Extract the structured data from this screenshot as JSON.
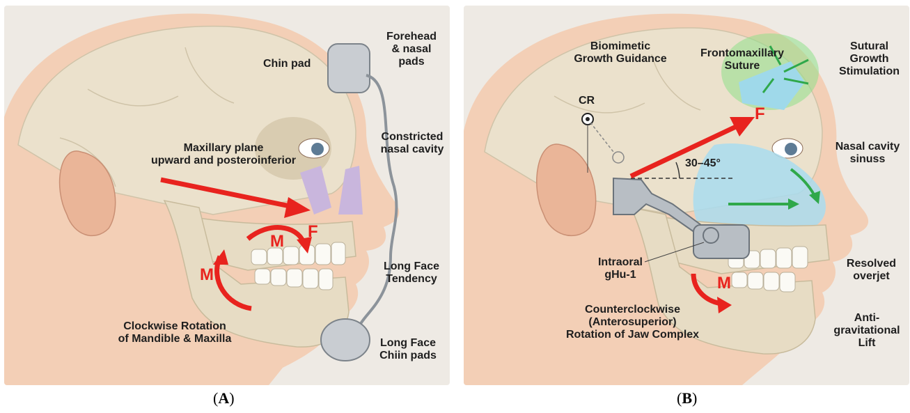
{
  "panel_a": {
    "caption": "A",
    "labels": {
      "chin_pad": "Chin pad",
      "forehead_pads": "Forehead\n& nasal\npads",
      "constricted": "Constricted\nnasal cavity",
      "maxillary": "Maxillary plane\nupward and posteroinferior",
      "force": "F",
      "moment_upper": "M",
      "moment_lower": "M",
      "long_face_tendency": "Long Face\nTendency",
      "clockwise": "Clockwise Rotation\nof Mandible & Maxilla",
      "long_face_chin": "Long Face\nChiin pads"
    }
  },
  "panel_b": {
    "caption": "B",
    "labels": {
      "biomimetic": "Biomimetic\nGrowth Guidance",
      "frontomaxillary": "Frontomaxillary\nSuture",
      "sutural": "Sutural\nGrowth\nStimulation",
      "cr": "CR",
      "force": "F",
      "angle": "30–45°",
      "nasal_sinus": "Nasal cavity\nsinuss",
      "intraoral": "Intraoral\ngHu-1",
      "moment": "M",
      "resolved": "Resolved\noverjet",
      "counterclockwise": "Counterclockwise\n(Anterosuperior)\nRotation of Jaw Complex",
      "anti_grav": "Anti-\ngravitational\nLift"
    }
  },
  "colors": {
    "background": "#eeeae4",
    "skin": "#f1cbb2",
    "bone": "#e7dcc4",
    "arrow_red": "#e8231e",
    "nasal_purple": "#c9b6dd",
    "nasal_blue": "#a9dcef",
    "suture_green": "#8fe08a"
  }
}
